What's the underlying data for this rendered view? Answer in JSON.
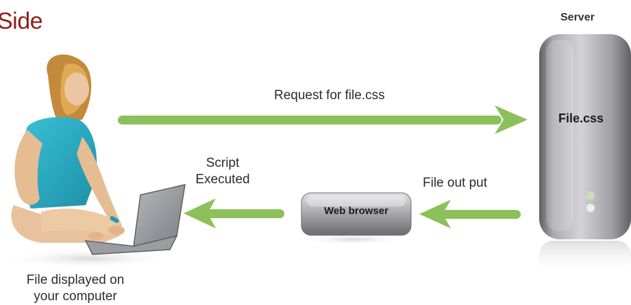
{
  "diagram": {
    "title": "Side",
    "server_label": "Server",
    "request_label": "Request for file.css",
    "file_label": "File.css",
    "file_output_label": "File out put",
    "browser_label": "Web browser",
    "script_label_line1": "Script",
    "script_label_line2": "Executed",
    "displayed_line1": "File displayed on",
    "displayed_line2": "your computer"
  },
  "colors": {
    "title": "#8f1d1d",
    "arrow": "#8cc05a",
    "server_body": "#9a9a9e",
    "browser_box": "#8e8e92"
  }
}
